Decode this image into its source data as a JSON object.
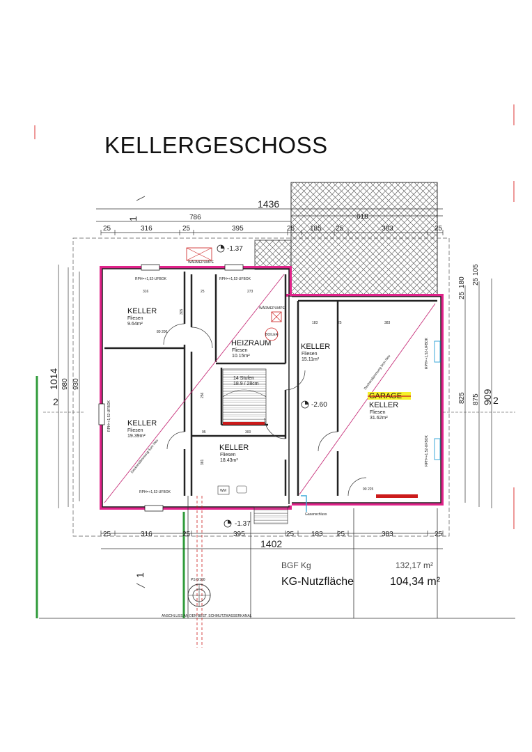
{
  "title": "KELLERGESCHOSS",
  "dimensions": {
    "overall_top": "1436",
    "top_left": "786",
    "top_right": "618",
    "top_row": [
      "25",
      "316",
      "25",
      "395",
      "25",
      "185",
      "25",
      "383",
      "25"
    ],
    "bottom_total": "1402",
    "bottom_row": [
      "25",
      "316",
      "25",
      "395",
      "25",
      "183",
      "25",
      "383",
      "25"
    ],
    "left_outer": "1014",
    "left_mid": "980",
    "left_inner": "930",
    "right_a": "825",
    "right_b": "875",
    "right_c": "909",
    "right_top": [
      "25",
      "180",
      "25",
      "105"
    ],
    "interior_top": [
      "316",
      "25",
      "273"
    ],
    "interior_mid": [
      "183",
      "25",
      "383"
    ],
    "mid_small": [
      "95",
      "300"
    ],
    "stair_width": "256",
    "left_room_h": "305",
    "left_lower": "381"
  },
  "section_marks": {
    "axis_1": "1",
    "axis_2": "2"
  },
  "rooms": {
    "keller_nw": {
      "name": "KELLER",
      "floor": "Fliesen",
      "area": "9.64m²"
    },
    "heizraum": {
      "name": "HEIZRAUM",
      "floor": "Fliesen",
      "area": "10.15m²"
    },
    "keller_mid_right": {
      "name": "KELLER",
      "floor": "Fliesen",
      "area": "15.11m²"
    },
    "keller_sw": {
      "name": "KELLER",
      "floor": "Fliesen",
      "area": "19.39m²"
    },
    "keller_center": {
      "name": "KELLER",
      "floor": "Fliesen",
      "area": "18.43m²"
    },
    "garage": {
      "name_struck": "GARAGE",
      "name": "KELLER",
      "floor": "Fliesen",
      "area": "31.62m²"
    }
  },
  "labels": {
    "waermepumpe": "WÄRMEPUMPE",
    "boiler": "BOILER",
    "stairs_count": "14 Stufen",
    "stairs_dim": "18.9 / 28cm",
    "wm": "WM",
    "level_top": "-1.37",
    "level_mid": "-2.60",
    "level_bottom": "-1.37",
    "rph_top_left": "RPH=+1,52-UFBOK",
    "rph_top_mid": "RPH=+1,52-UFBOK",
    "rph_left": "RPH=+1,52-UFBOK",
    "rph_bottom": "RPH=+1,52-UFBOK",
    "rph_right_top": "RPH=+1,52-UFBOK",
    "rph_right_bottom": "RPH=+1,52-UFBOK",
    "diag_label": "Deckendämmung 5cm Neu",
    "gas": "Gasanschluss",
    "ps": "PS 0/100",
    "anschluss": "ANSCHLUSS AN DEN BEST. SCHMUTZWASSERKANAL",
    "door_80_200": "80 200",
    "door_90_225": "90 225"
  },
  "summary": {
    "bgf_label": "BGF Kg",
    "bgf_value": "132,17 m²",
    "nutz_label": "KG-Nutzfläche",
    "nutz_value": "104,34 m²"
  },
  "colors": {
    "wall_outline": "#e0238a",
    "line": "#333333",
    "highlight": "#f5f12a",
    "red": "#cc1b1b",
    "green": "#2f9b3a",
    "blue": "#3aa7d8",
    "hatch": "#555555"
  }
}
